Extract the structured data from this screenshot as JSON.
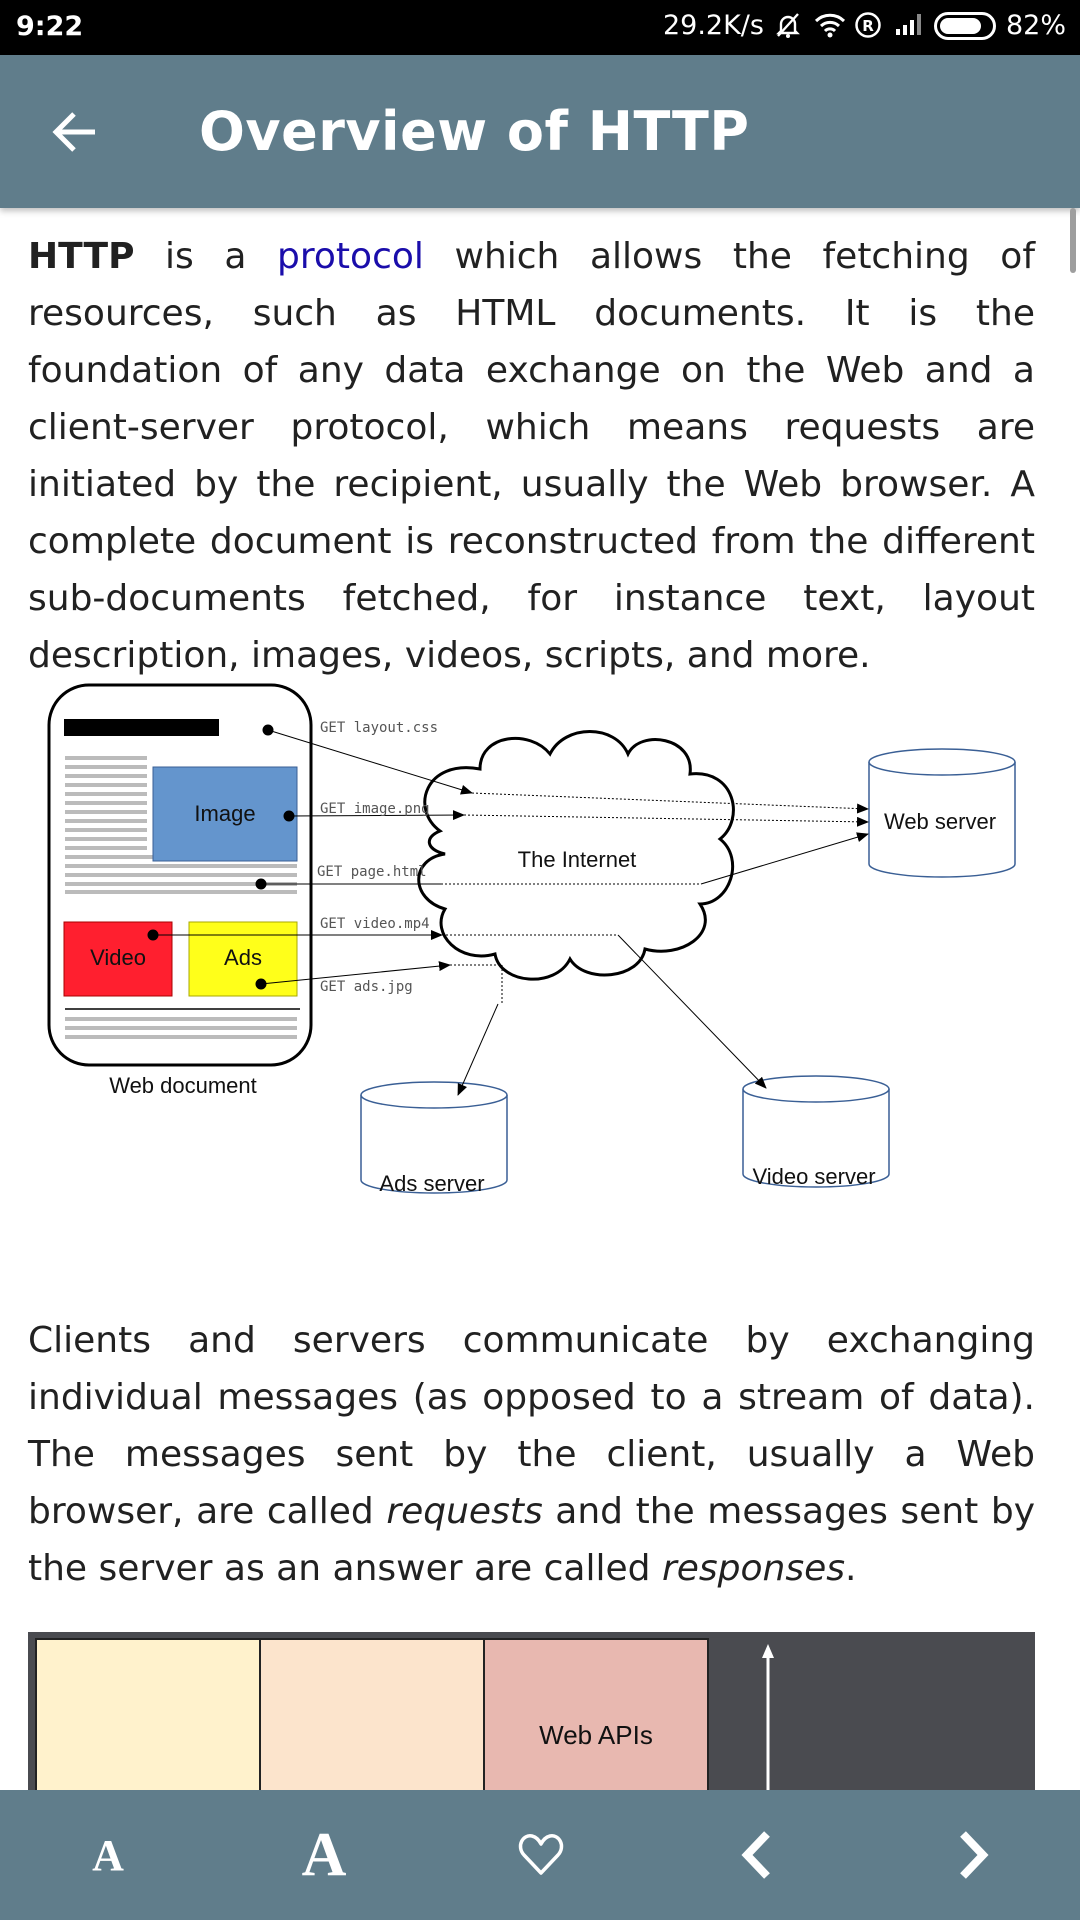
{
  "status_bar": {
    "time": "9:22",
    "network_speed": "29.2K/s",
    "battery_percent": "82%",
    "icons": [
      "mute-bell-icon",
      "wifi-icon",
      "registered-icon",
      "signal-icon",
      "battery-icon"
    ]
  },
  "app_bar": {
    "title": "Overview of HTTP",
    "back_icon": "arrow-left-icon",
    "background_color": "#607d8b"
  },
  "article": {
    "paragraph_1": {
      "lead_bold": "HTTP",
      "text_before_link": " is a ",
      "link_text": "protocol",
      "text_after_link": " which allows the fetching of resources, such as HTML documents. It is the foundation of any data exchange on the Web and a client-server protocol, which means requests are initiated by the recipient, usually the Web browser. A complete document is reconstructed from the different sub-documents fetched, for instance text, layout description, images, videos, scripts, and more."
    },
    "paragraph_2": {
      "text_1": "Clients and servers communicate by exchanging individual messages (as opposed to a stream of data). The messages sent by the client, usually a Web browser, are called ",
      "italic_1": "requests",
      "text_2": " and the messages sent by the server as an answer are called ",
      "italic_2": "responses",
      "text_3": "."
    }
  },
  "diagram": {
    "document_label": "Web document",
    "image_label": "Image",
    "video_label": "Video",
    "ads_label": "Ads",
    "internet_label": "The Internet",
    "web_server_label": "Web server",
    "ads_server_label": "Ads server",
    "video_server_label": "Video server",
    "requests": [
      "GET layout.css",
      "GET image.png",
      "GET page.html",
      "GET video.mp4",
      "GET ads.jpg"
    ],
    "colors": {
      "image": "#6495cd",
      "video": "#ff1f2f",
      "ads": "#ffff1a"
    }
  },
  "stack_diagram": {
    "web_apis_label": "Web APIs",
    "colors": [
      "#fff2cc",
      "#fce4cc",
      "#e8b8b0",
      "#4a4b50"
    ]
  },
  "bottom_bar": {
    "font_small_label": "A",
    "font_large_label": "A",
    "icons": [
      "heart-outline-icon",
      "chevron-left-icon",
      "chevron-right-icon"
    ]
  }
}
